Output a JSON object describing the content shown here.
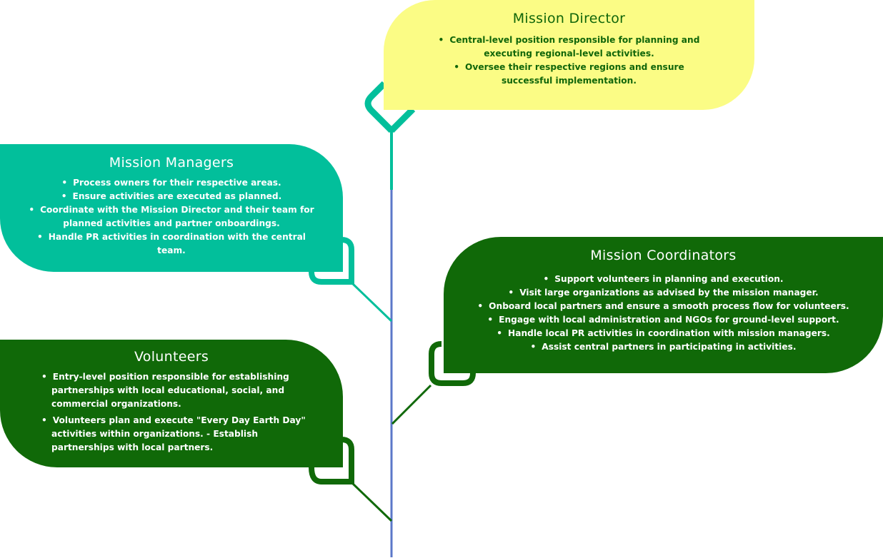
{
  "colors": {
    "director_bg": "#fbfc85",
    "director_text": "#11660a",
    "managers_bg": "#02bf9b",
    "coordinators_bg": "#106908",
    "volunteers_bg": "#106908",
    "trunk_upper": "#02bf9b",
    "trunk_lower": "#5b77c9"
  },
  "roles": {
    "director": {
      "title": "Mission Director",
      "points": [
        "Central-level position responsible for planning and executing regional-level activities.",
        "Oversee their respective regions and ensure successful implementation."
      ]
    },
    "managers": {
      "title": "Mission Managers",
      "points": [
        "Process owners for their respective areas.",
        "Ensure activities are executed as planned.",
        "Coordinate with the Mission Director and their team for planned activities and partner onboardings.",
        "Handle PR activities in coordination with the central team."
      ]
    },
    "coordinators": {
      "title": "Mission Coordinators",
      "points": [
        "Support volunteers in planning and execution.",
        "Visit large organizations as advised by the mission manager.",
        "Onboard local partners and ensure a smooth process flow for volunteers.",
        "Engage with local administration and NGOs for ground-level support.",
        "Handle local PR activities in coordination with mission managers.",
        "Assist central partners in participating in activities."
      ]
    },
    "volunteers": {
      "title": "Volunteers",
      "points": [
        "Entry-level position responsible for establishing partnerships with local educational, social, and commercial organizations.",
        "Volunteers plan and execute \"Every Day Earth Day\" activities within organizations. - Establish partnerships with local partners."
      ]
    }
  }
}
